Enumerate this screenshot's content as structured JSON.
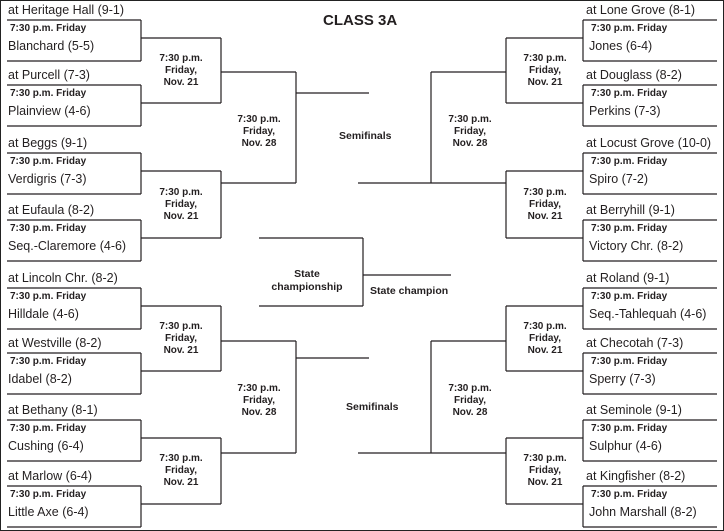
{
  "title": "CLASS 3A",
  "labels": {
    "semifinals_top": "Semifinals",
    "semifinals_bottom": "Semifinals",
    "state_championship": "State championship",
    "state_champion": "State champion"
  },
  "game_time": "7:30 p.m. Friday",
  "round2_time": [
    "7:30 p.m.",
    "Friday,",
    "Nov. 21"
  ],
  "round3_time": [
    "7:30 p.m.",
    "Friday,",
    "Nov. 28"
  ],
  "left_games": [
    {
      "host": "at Heritage Hall (9-1)",
      "visitor": "Blanchard (5-5)"
    },
    {
      "host": "at Purcell (7-3)",
      "visitor": "Plainview (4-6)"
    },
    {
      "host": "at Beggs (9-1)",
      "visitor": "Verdigris (7-3)"
    },
    {
      "host": "at Eufaula (8-2)",
      "visitor": "Seq.-Claremore (4-6)"
    },
    {
      "host": "at Lincoln Chr. (8-2)",
      "visitor": "Hilldale (4-6)"
    },
    {
      "host": "at Westville (8-2)",
      "visitor": "Idabel (8-2)"
    },
    {
      "host": "at Bethany (8-1)",
      "visitor": "Cushing (6-4)"
    },
    {
      "host": "at Marlow (6-4)",
      "visitor": "Little Axe (6-4)"
    }
  ],
  "right_games": [
    {
      "host": "at Lone Grove (8-1)",
      "visitor": "Jones (6-4)"
    },
    {
      "host": "at Douglass (8-2)",
      "visitor": "Perkins (7-3)"
    },
    {
      "host": "at Locust Grove (10-0)",
      "visitor": "Spiro (7-2)"
    },
    {
      "host": "at Berryhill (9-1)",
      "visitor": "Victory Chr. (8-2)"
    },
    {
      "host": "at Roland (9-1)",
      "visitor": "Seq.-Tahlequah (4-6)"
    },
    {
      "host": "at Checotah (7-3)",
      "visitor": "Sperry (7-3)"
    },
    {
      "host": "at Seminole (9-1)",
      "visitor": "Sulphur (4-6)"
    },
    {
      "host": "at Kingfisher (8-2)",
      "visitor": "John Marshall (8-2)"
    }
  ]
}
